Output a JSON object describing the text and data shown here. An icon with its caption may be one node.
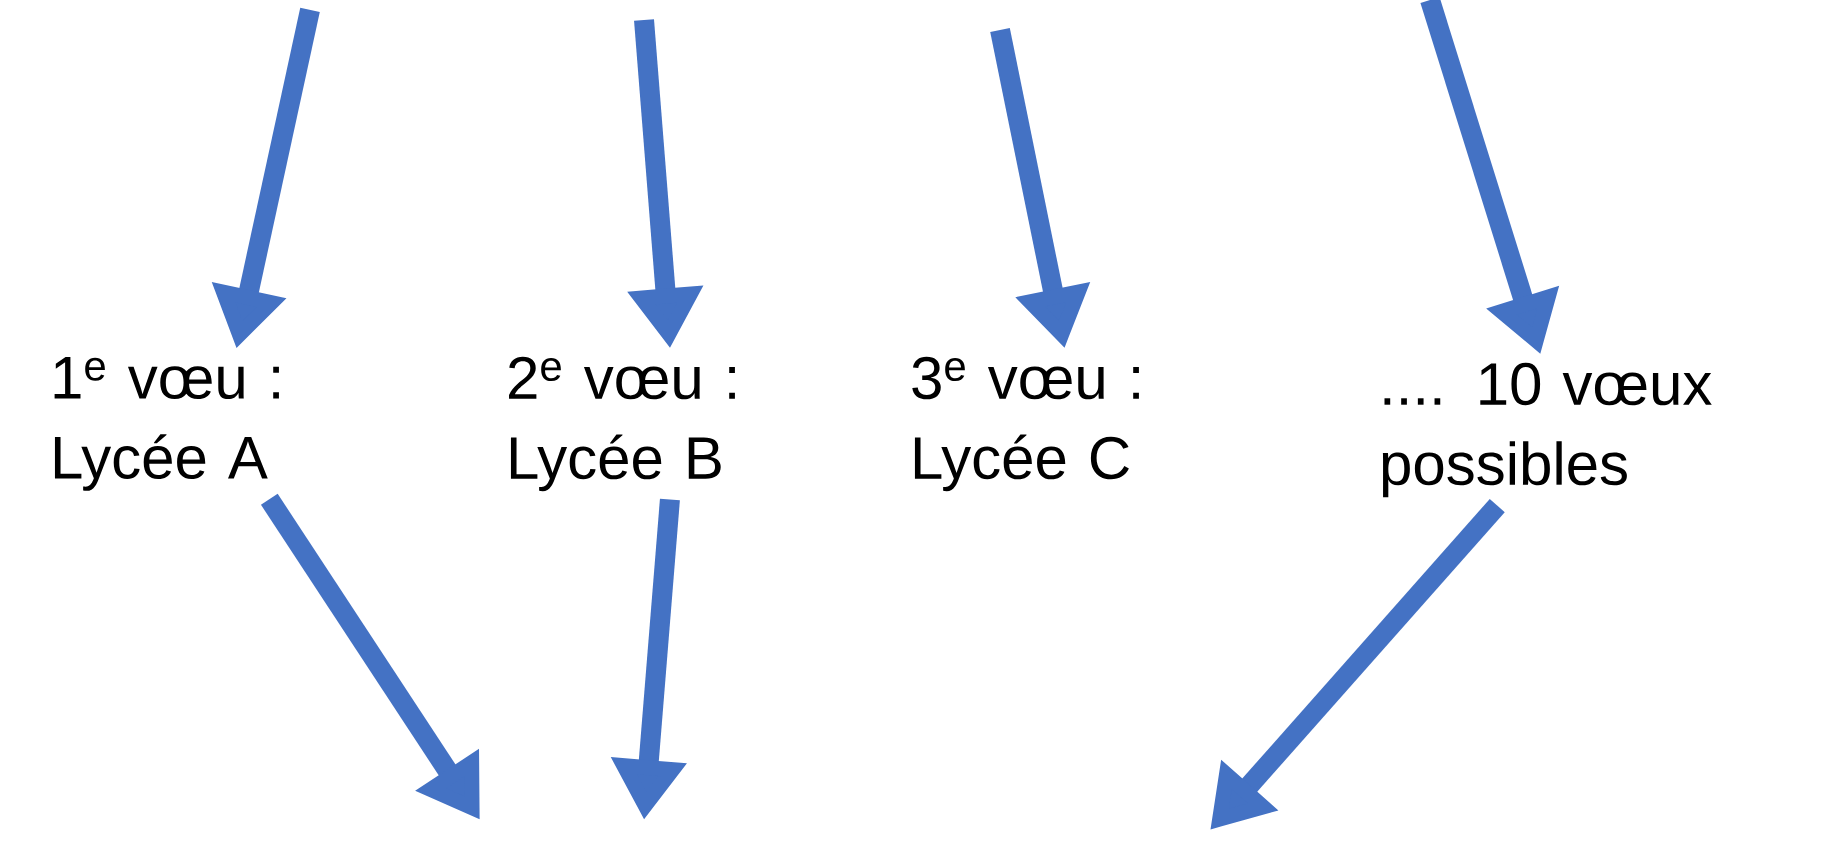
{
  "diagram": {
    "nodes": [
      {
        "text": [
          "1$^{e}$ vœu : Lycée A"
        ]
      },
      {
        "text": [
          "2$^{e}$ vœu : Lycée B"
        ]
      },
      {
        "text": [
          "3$^{e}$ vœu : Lycée C"
        ]
      },
      {
        "text": [
          ".... 10 vœux possibles"
        ]
      }
    ],
    "edges": [
      {
        "from": null,
        "to": 0,
        "arrow": "to"
      },
      {
        "from": null,
        "to": 1,
        "arrow": "to"
      },
      {
        "from": null,
        "to": 2,
        "arrow": "to"
      },
      {
        "from": null,
        "to": 3,
        "arrow": "to"
      },
      {
        "from": 0,
        "to": null,
        "arrow": "to"
      },
      {
        "from": 1,
        "to": null,
        "arrow": "to"
      },
      {
        "from": 3,
        "to": null,
        "arrow": "to"
      }
    ]
  }
}
